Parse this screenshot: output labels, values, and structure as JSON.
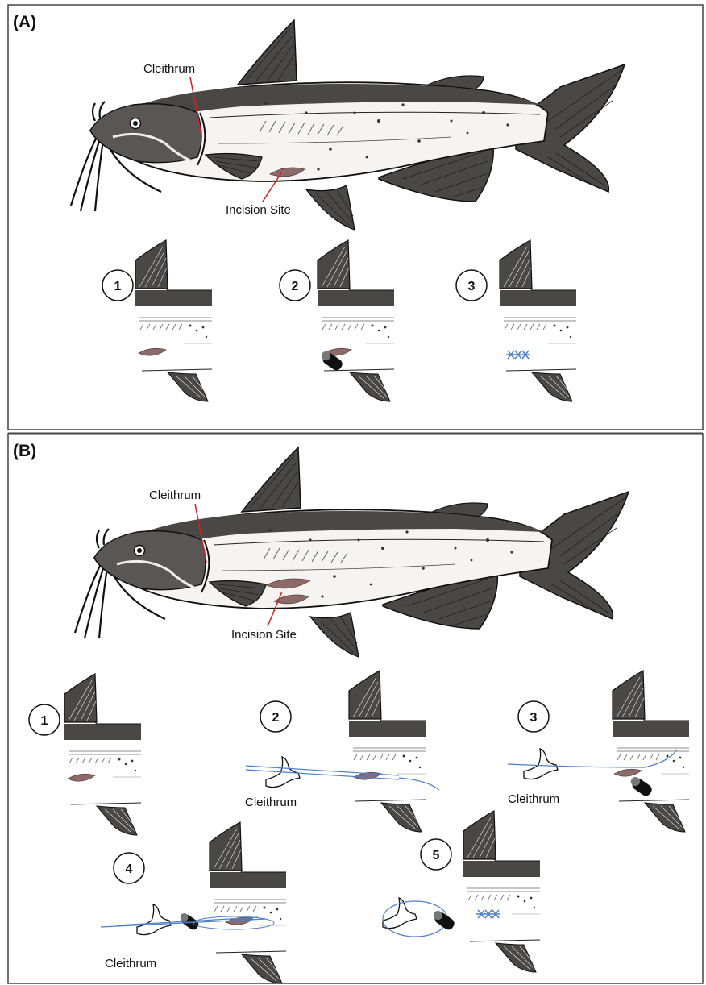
{
  "panel_a": {
    "label": "(A)",
    "fish": {
      "cleithrum_label": "Cleithrum",
      "incision_label": "Incision Site"
    },
    "steps": [
      "1",
      "2",
      "3"
    ]
  },
  "panel_b": {
    "label": "(B)",
    "fish": {
      "cleithrum_label": "Cleithrum",
      "incision_label": "Incision Site"
    },
    "steps": [
      "1",
      "2",
      "3",
      "4",
      "5"
    ],
    "step_labels": [
      "Cleithrum",
      "Cleithrum",
      "Cleithrum"
    ]
  },
  "colors": {
    "body_dark": "#4a4747",
    "incision": "#8c6a6a",
    "suture": "#4f7ec9",
    "red_line": "#d62020"
  }
}
